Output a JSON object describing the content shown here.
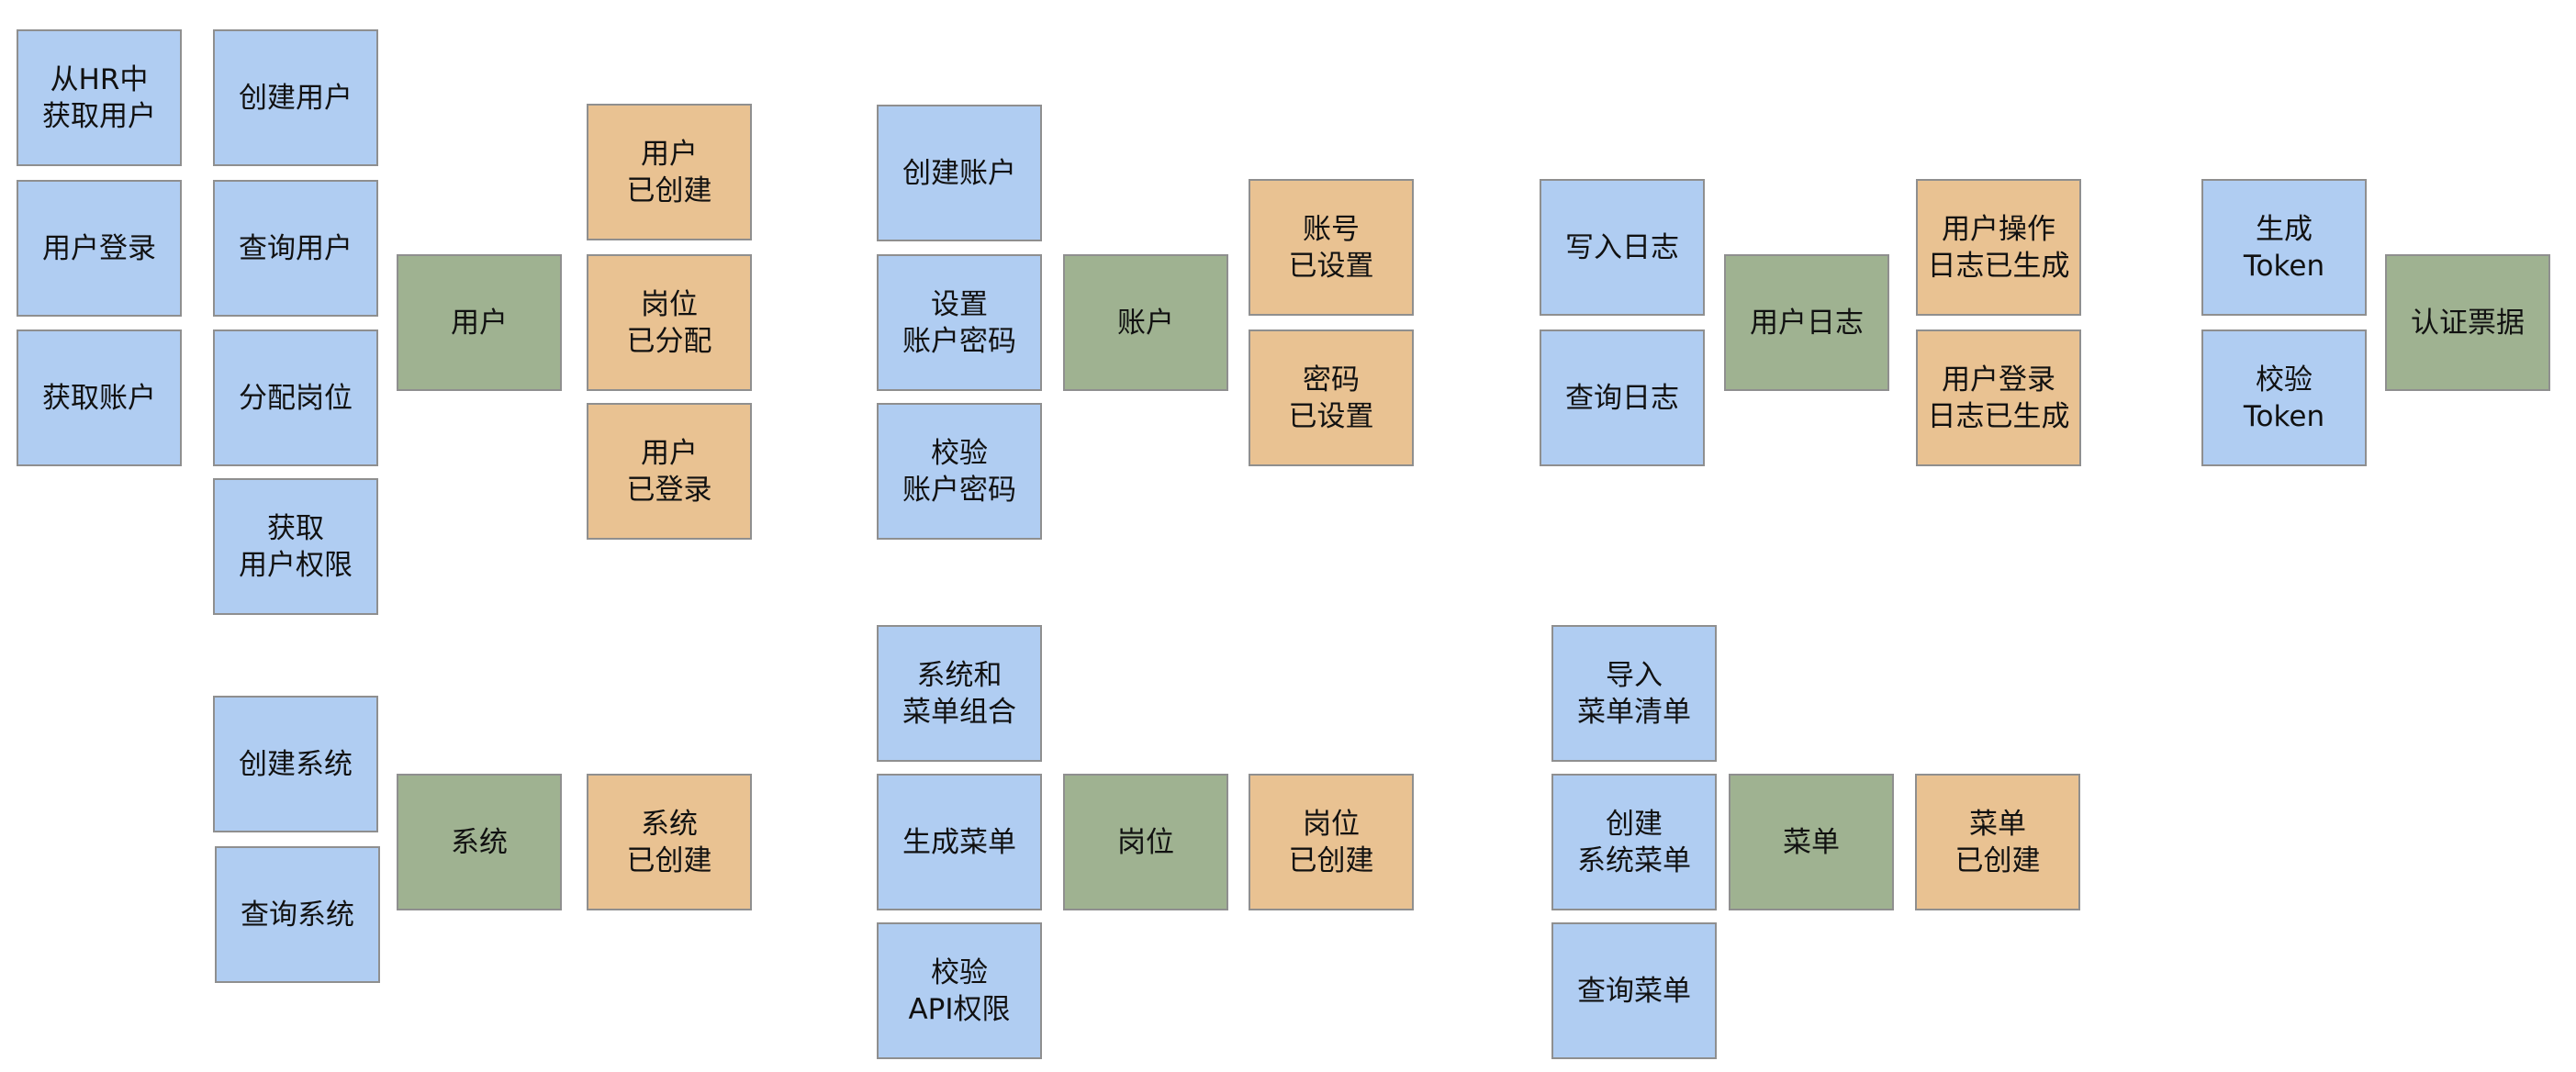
{
  "colors": {
    "command": "#b0cdf2",
    "aggregate": "#9fb291",
    "event": "#e9c292",
    "border": "#8f8f8f",
    "text": "#111111"
  },
  "groups": [
    {
      "id": "user",
      "commands": [
        "从HR中\n获取用户",
        "用户登录",
        "获取账户",
        "创建用户",
        "查询用户",
        "分配岗位",
        "获取\n用户权限"
      ],
      "aggregate": "用户",
      "events": [
        "用户\n已创建",
        "岗位\n已分配",
        "用户\n已登录"
      ]
    },
    {
      "id": "account",
      "commands": [
        "创建账户",
        "设置\n账户密码",
        "校验\n账户密码"
      ],
      "aggregate": "账户",
      "events": [
        "账号\n已设置",
        "密码\n已设置"
      ]
    },
    {
      "id": "user-log",
      "commands": [
        "写入日志",
        "查询日志"
      ],
      "aggregate": "用户日志",
      "events": [
        "用户操作\n日志已生成",
        "用户登录\n日志已生成"
      ]
    },
    {
      "id": "auth-ticket",
      "commands": [
        "生成\nToken",
        "校验\nToken"
      ],
      "aggregate": "认证票据",
      "events": []
    },
    {
      "id": "system",
      "commands": [
        "创建系统",
        "查询系统"
      ],
      "aggregate": "系统",
      "events": [
        "系统\n已创建"
      ]
    },
    {
      "id": "position",
      "commands": [
        "系统和\n菜单组合",
        "生成菜单",
        "校验\nAPI权限"
      ],
      "aggregate": "岗位",
      "events": [
        "岗位\n已创建"
      ]
    },
    {
      "id": "menu",
      "commands": [
        "导入\n菜单清单",
        "创建\n系统菜单",
        "查询菜单"
      ],
      "aggregate": "菜单",
      "events": [
        "菜单\n已创建"
      ]
    }
  ]
}
